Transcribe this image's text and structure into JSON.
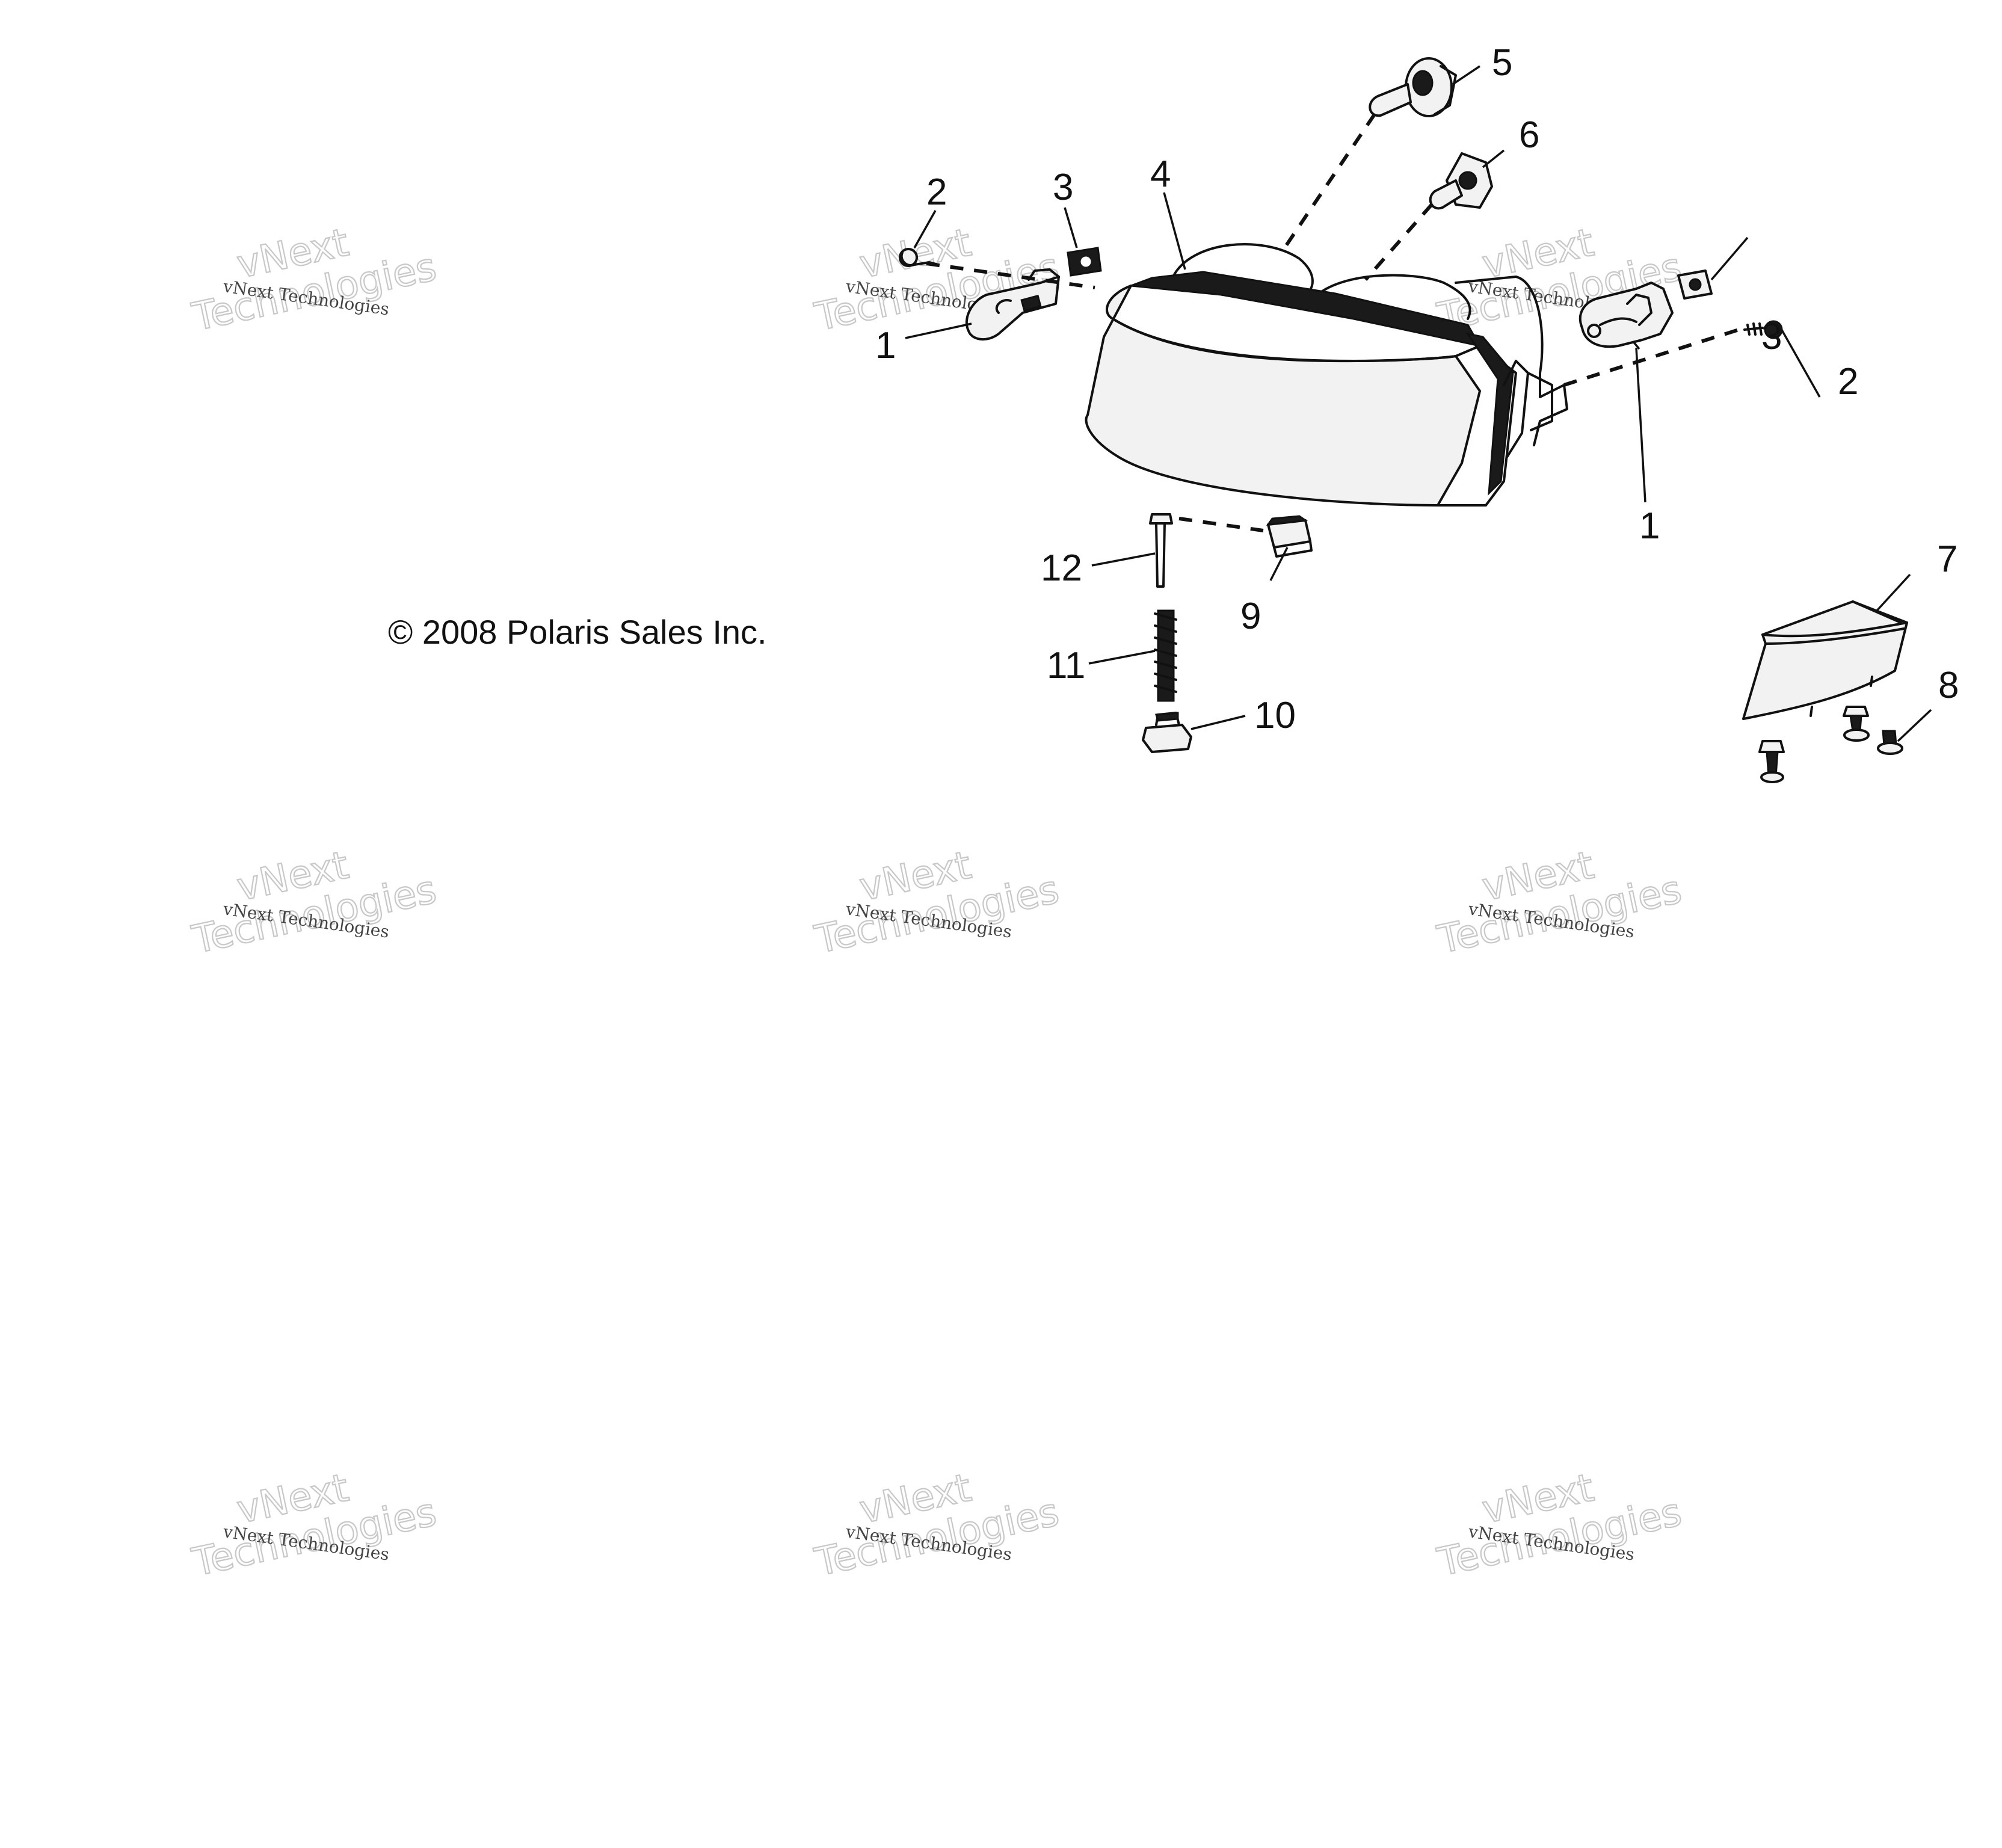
{
  "copyright": "© 2008 Polaris Sales Inc.",
  "watermark": {
    "big_line1": "vNext",
    "big_line2": "Technologies",
    "small": "vNext Technologies"
  },
  "callouts": [
    "1",
    "2",
    "3",
    "4",
    "5",
    "6",
    "7",
    "8",
    "9",
    "10",
    "11",
    "12",
    "3",
    "2",
    "1"
  ],
  "colors": {
    "ink": "#111111",
    "watermark": "#c8c8c8",
    "background": "#ffffff"
  }
}
